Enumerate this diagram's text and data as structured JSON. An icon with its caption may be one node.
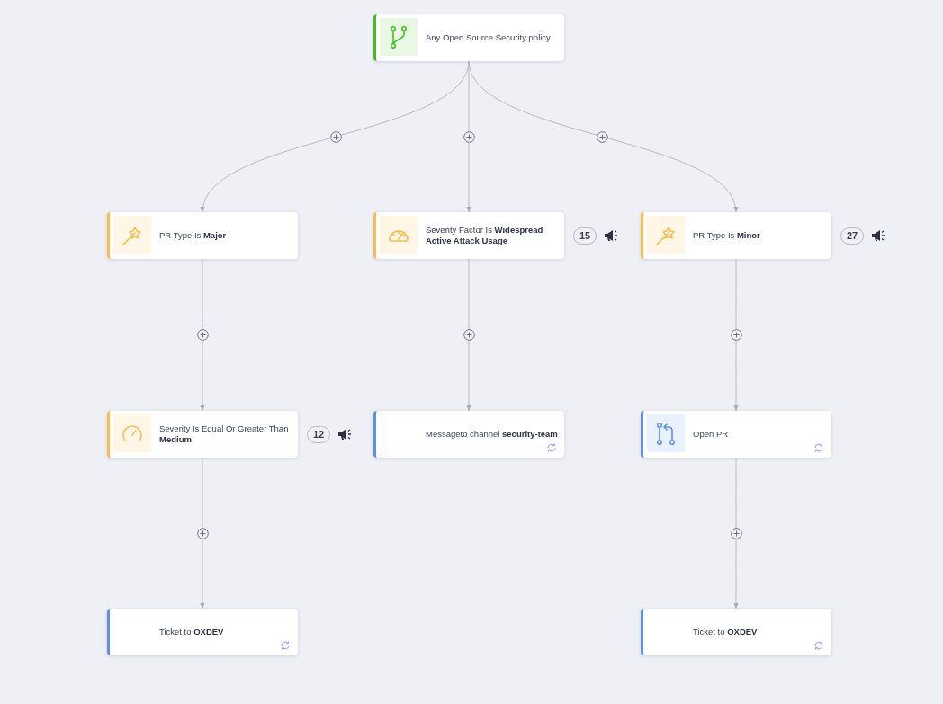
{
  "diagram": {
    "nodes": [
      {
        "text": [
          "Any Open Source Security policy"
        ]
      },
      {
        "text": [
          "PR Type Is **Major**"
        ]
      },
      {
        "text": [
          "Severity Factor Is **Widespread Active Attack Usage**"
        ],
        "beside": [
          "15"
        ]
      },
      {
        "text": [
          "PR Type Is **Minor**"
        ],
        "beside": [
          "27"
        ]
      },
      {
        "text": [
          "Severity Is Equal Or Greater Than **Medium**"
        ],
        "beside": [
          "12"
        ]
      },
      {
        "text": [
          "Messageto channel **security-team**"
        ]
      },
      {
        "text": [
          "Open PR"
        ]
      },
      {
        "text": [
          "Ticket to **OXDEV**"
        ]
      },
      {
        "text": [
          "Ticket to **OXDEV**"
        ]
      }
    ],
    "edges": [
      {
        "from": 0,
        "to": 1,
        "arrow": "to"
      },
      {
        "from": 0,
        "to": 2,
        "arrow": "to"
      },
      {
        "from": 0,
        "to": 3,
        "arrow": "to"
      },
      {
        "from": 1,
        "to": 4,
        "arrow": "to"
      },
      {
        "from": 2,
        "to": 5,
        "arrow": "to"
      },
      {
        "from": 3,
        "to": 6,
        "arrow": "to"
      },
      {
        "from": 4,
        "to": 7,
        "arrow": "to"
      },
      {
        "from": 6,
        "to": 8,
        "arrow": "to"
      }
    ]
  }
}
